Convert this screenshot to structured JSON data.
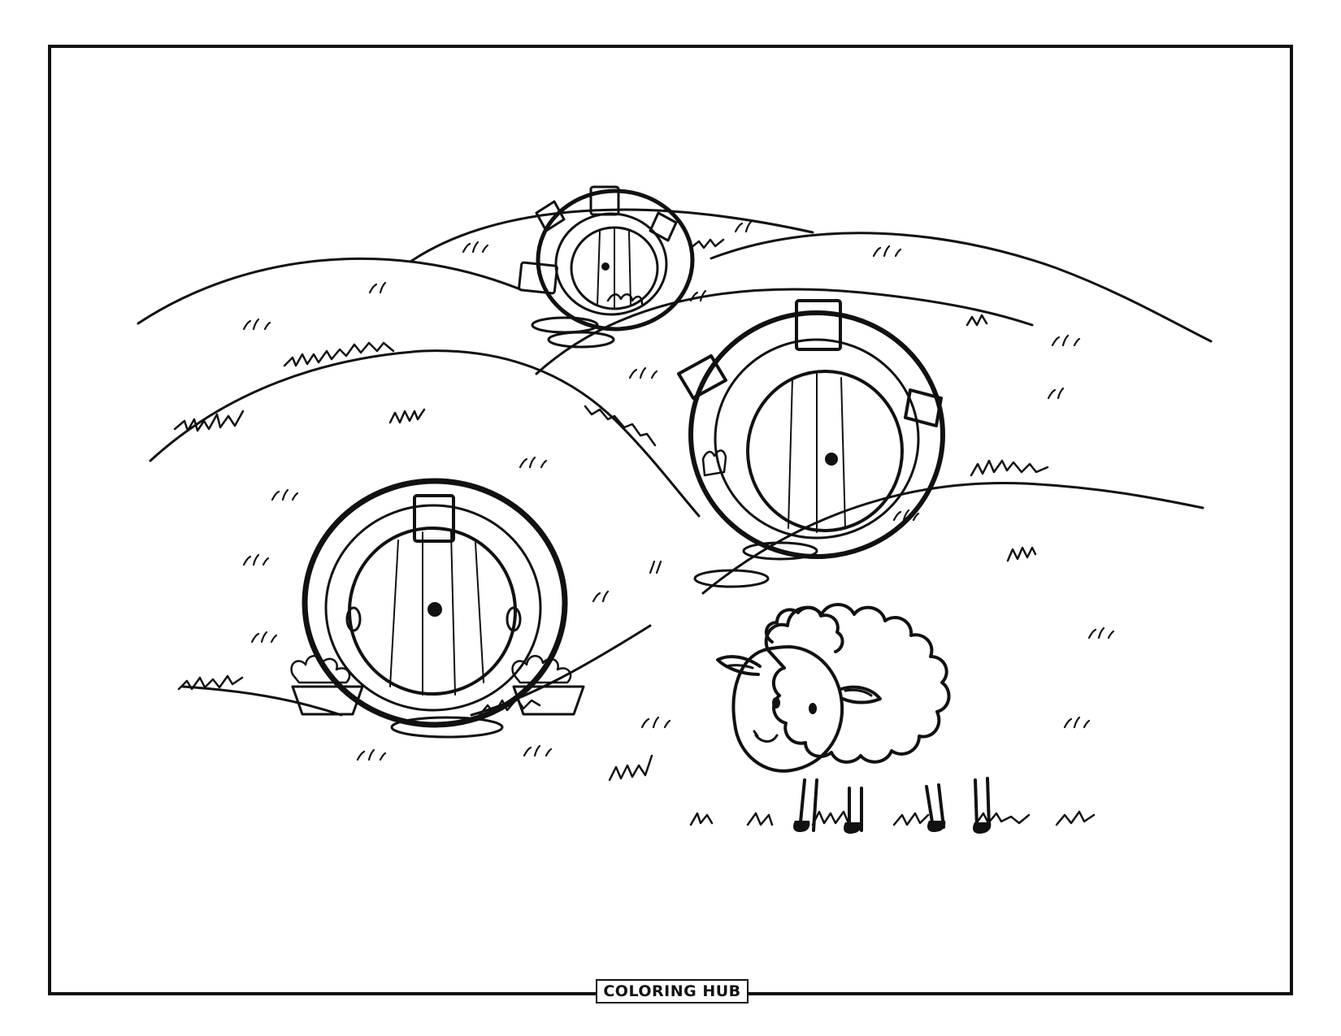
{
  "brand": {
    "label": "COLORING HUB"
  },
  "colors": {
    "ink": "#111111",
    "paper": "#ffffff"
  },
  "scene": {
    "hill_houses": 3,
    "sheep": 1
  }
}
